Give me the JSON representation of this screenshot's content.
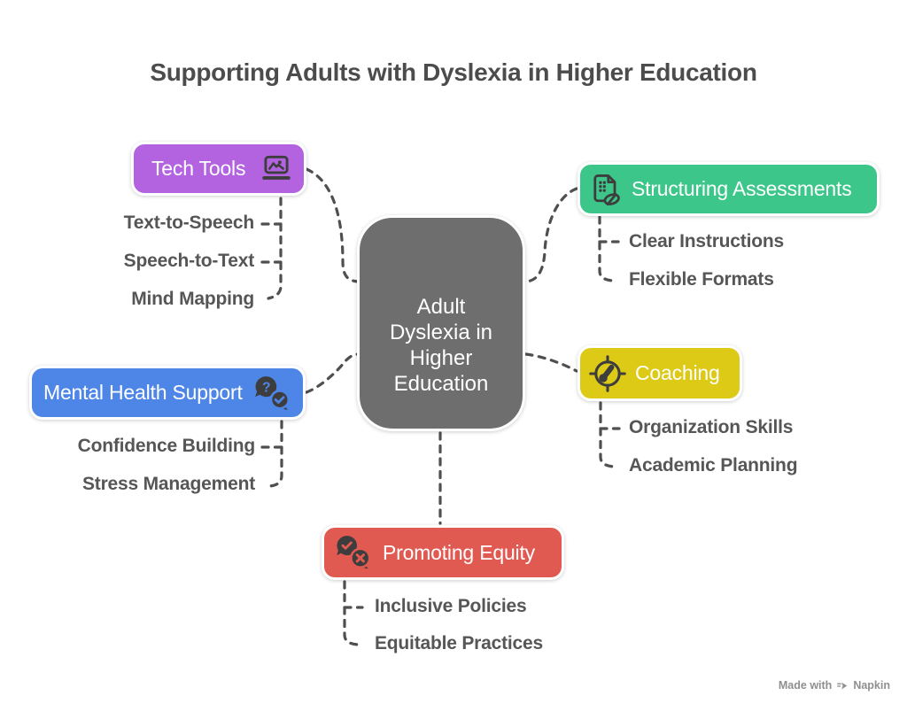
{
  "title": "Supporting Adults with Dyslexia in Higher Education",
  "colors": {
    "connector": "#4f4f4f",
    "leaf_text": "#565656",
    "title_text": "#4c4c4c",
    "node_text": "#ffffff",
    "icon": "#3d3d3d",
    "center_fill": "#6e6e6e",
    "watermark_text": "#8f8f8f"
  },
  "center": {
    "lines": [
      "Adult",
      "Dyslexia in",
      "Higher",
      "Education"
    ],
    "color": "#6e6e6e"
  },
  "icons": {
    "question_glyph": "?"
  },
  "branches": [
    {
      "label": "Tech Tools",
      "color": "#b463e0",
      "icon": "laptop-photo-icon",
      "children": [
        "Text-to-Speech",
        "Speech-to-Text",
        "Mind Mapping"
      ]
    },
    {
      "label": "Structuring Assessments",
      "color": "#3cc689",
      "icon": "document-review-icon",
      "children": [
        "Clear Instructions",
        "Flexible Formats"
      ]
    },
    {
      "label": "Mental Health Support",
      "color": "#4e86e8",
      "icon": "chat-question-check-icon",
      "children": [
        "Confidence Building",
        "Stress Management"
      ]
    },
    {
      "label": "Coaching",
      "color": "#ddca17",
      "icon": "compass-gauge-icon",
      "children": [
        "Organization Skills",
        "Academic Planning"
      ]
    },
    {
      "label": "Promoting Equity",
      "color": "#e05a52",
      "icon": "chat-check-x-icon",
      "children": [
        "Inclusive Policies",
        "Equitable Practices"
      ]
    }
  ],
  "watermark": {
    "prefix": "Made with",
    "brand": "Napkin"
  }
}
